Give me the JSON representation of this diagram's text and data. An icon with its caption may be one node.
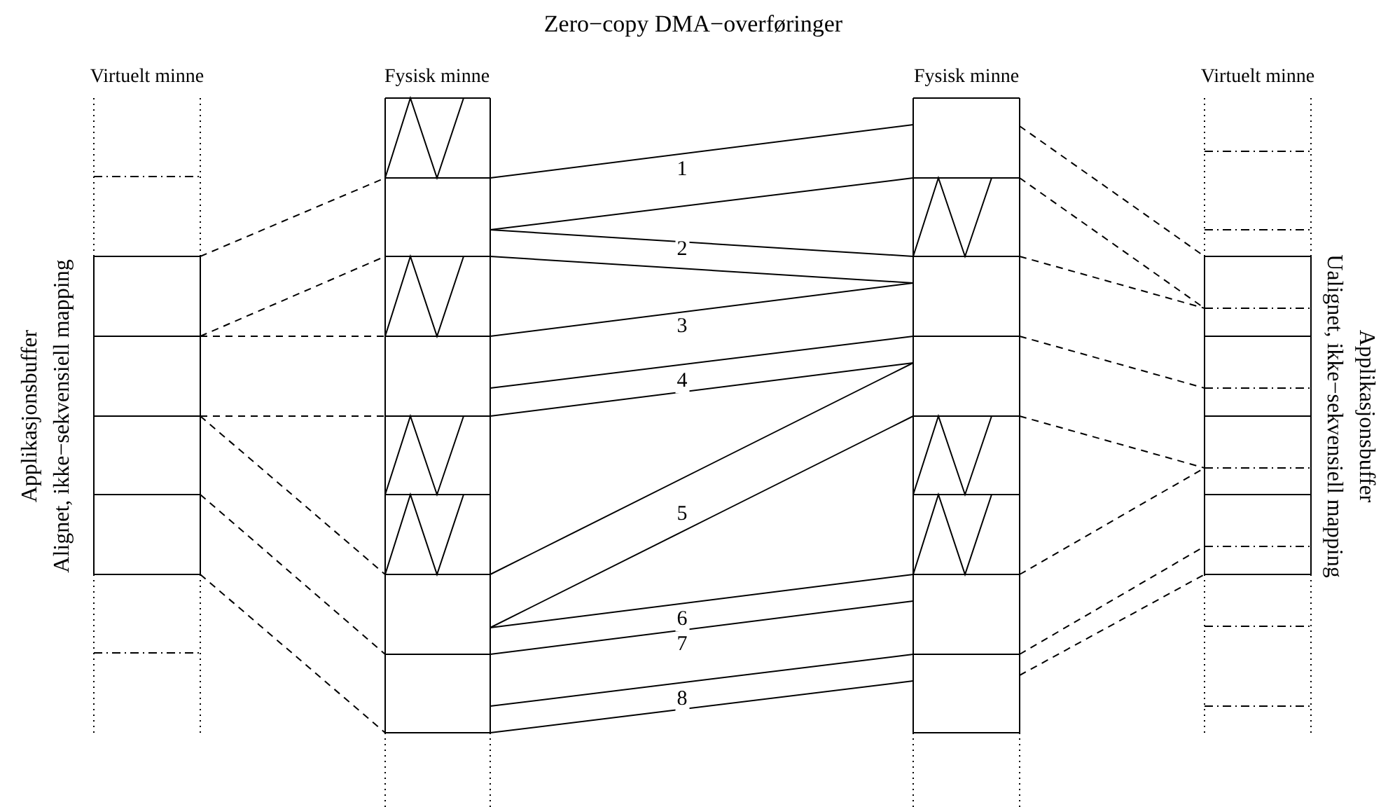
{
  "diagram": {
    "title": "Zero−copy DMA−overføringer",
    "labels": [
      "Virtuelt minne",
      "Fysisk minne",
      "Fysisk minne",
      "Virtuelt minne",
      "Applikasjonsbuffer",
      "Alignet, ikke−sekvensiell mapping",
      "1",
      "2",
      "3",
      "4",
      "5",
      "6",
      "7",
      "8",
      "Applikasjonsbuffer",
      "Ualignet, ikke−sekvensiell mapping"
    ]
  }
}
